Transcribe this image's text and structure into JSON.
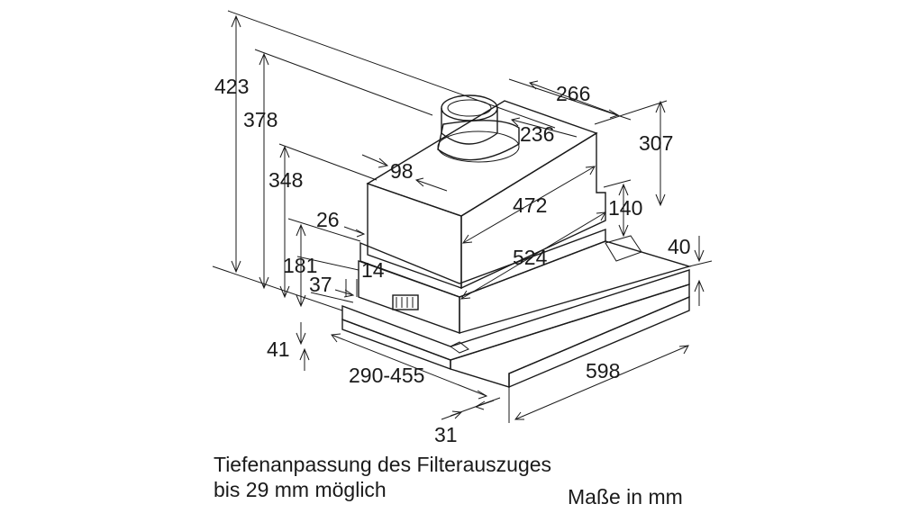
{
  "dimensions": {
    "d423": "423",
    "d378": "378",
    "d348": "348",
    "d307": "307",
    "d266": "266",
    "d236": "236",
    "d98": "98",
    "d472": "472",
    "d140": "140",
    "d26": "26",
    "d524": "524",
    "d40": "40",
    "d181": "181",
    "d14": "14",
    "d37": "37",
    "d41": "41",
    "d290_455": "290-455",
    "d598": "598",
    "d31": "31"
  },
  "notes": {
    "line1": "Tiefenanpassung des Filterauszuges",
    "line2": "bis 29 mm möglich",
    "units": "Maße in mm"
  },
  "colors": {
    "body_light": "#dedede",
    "body_mid": "#bdbdbd",
    "body_dark": "#8f8f8f",
    "line": "#1a1a1a"
  }
}
